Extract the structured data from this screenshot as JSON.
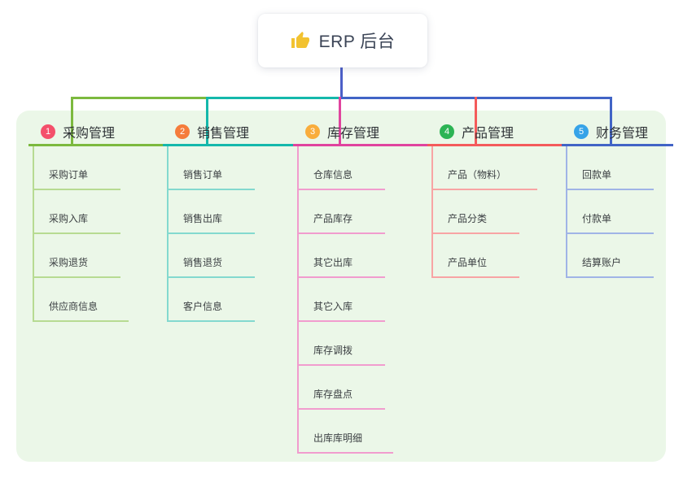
{
  "root": {
    "title": "ERP 后台",
    "icon": "thumbs-up-icon"
  },
  "colors": {
    "panel_bg": "#ebf7e8",
    "card_bg": "#ffffff",
    "root_line": "#4c5fc8",
    "thumb": "#f2c230",
    "root_text": "#3b4456",
    "header_text": "#2f3337",
    "item_text": "#3c4043",
    "badge_text": "#ffffff"
  },
  "branches": [
    {
      "index": "1",
      "title": "采购管理",
      "badge_color": "#f4506b",
      "line_color": "#7cb93e",
      "child_line_color": "#b7db92",
      "children": [
        "采购订单",
        "采购入库",
        "采购退货",
        "供应商信息"
      ]
    },
    {
      "index": "2",
      "title": "销售管理",
      "badge_color": "#f57c3b",
      "line_color": "#14b8ab",
      "child_line_color": "#83d9cf",
      "children": [
        "销售订单",
        "销售出库",
        "销售退货",
        "客户信息"
      ]
    },
    {
      "index": "3",
      "title": "库存管理",
      "badge_color": "#f9ad3c",
      "line_color": "#e0449e",
      "child_line_color": "#f19cce",
      "children": [
        "仓库信息",
        "产品库存",
        "其它出库",
        "其它入库",
        "库存调拨",
        "库存盘点",
        "出库库明细"
      ]
    },
    {
      "index": "4",
      "title": "产品管理",
      "badge_color": "#2cb454",
      "line_color": "#f45b5b",
      "child_line_color": "#f8a4a4",
      "children": [
        "产品（物料）",
        "产品分类",
        "产品单位"
      ]
    },
    {
      "index": "5",
      "title": "财务管理",
      "badge_color": "#36a3e8",
      "line_color": "#4164c6",
      "child_line_color": "#a0b4e6",
      "children": [
        "回款单",
        "付款单",
        "结算账户"
      ]
    }
  ]
}
